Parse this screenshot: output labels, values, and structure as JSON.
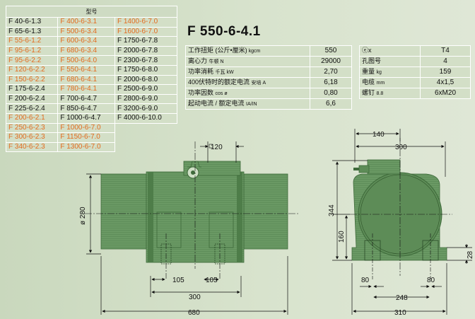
{
  "models": {
    "header": "型号",
    "rows": [
      [
        {
          "t": "F 40-6-1.3",
          "o": false
        },
        {
          "t": "F 400-6-3.1",
          "o": true
        },
        {
          "t": "F 1400-6-7.0",
          "o": true
        }
      ],
      [
        {
          "t": "F 65-6-1.3",
          "o": false
        },
        {
          "t": "F 500-6-3.4",
          "o": true
        },
        {
          "t": "F 1600-6-7.0",
          "o": true
        }
      ],
      [
        {
          "t": "F 55-6-1.2",
          "o": true
        },
        {
          "t": "F 600-6-3.4",
          "o": true
        },
        {
          "t": "F 1750-6-7.8",
          "o": false
        }
      ],
      [
        {
          "t": "F 95-6-1.2",
          "o": true
        },
        {
          "t": "F 680-6-3.4",
          "o": true
        },
        {
          "t": "F 2000-6-7.8",
          "o": false
        }
      ],
      [
        {
          "t": "F 95-6-2.2",
          "o": true
        },
        {
          "t": "F 500-6-4.0",
          "o": true
        },
        {
          "t": "F 2300-6-7.8",
          "o": false
        }
      ],
      [
        {
          "t": "F 120-6-2.2",
          "o": true
        },
        {
          "t": "F 550-6-4.1",
          "o": true
        },
        {
          "t": "F 1750-6-8.0",
          "o": false
        }
      ],
      [
        {
          "t": "F 150-6-2.2",
          "o": true
        },
        {
          "t": "F 680-6-4.1",
          "o": true
        },
        {
          "t": "F 2000-6-8.0",
          "o": false
        }
      ],
      [
        {
          "t": "F 175-6-2.4",
          "o": false
        },
        {
          "t": "F 780-6-4.1",
          "o": true
        },
        {
          "t": "F 2500-6-9.0",
          "o": false
        }
      ],
      [
        {
          "t": "F 200-6-2.4",
          "o": false
        },
        {
          "t": "F 700-6-4.7",
          "o": false
        },
        {
          "t": "F 2800-6-9.0",
          "o": false
        }
      ],
      [
        {
          "t": "F 225-6-2.4",
          "o": false
        },
        {
          "t": "F 850-6-4.7",
          "o": false
        },
        {
          "t": "F 3200-6-9.0",
          "o": false
        }
      ],
      [
        {
          "t": "F 200-6-2.1",
          "o": true
        },
        {
          "t": "F 1000-6-4.7",
          "o": false
        },
        {
          "t": "F 4000-6-10.0",
          "o": false
        }
      ],
      [
        {
          "t": "F 250-6-2.3",
          "o": true
        },
        {
          "t": "F 1000-6-7.0",
          "o": true
        },
        null
      ],
      [
        {
          "t": "F 300-6-2.3",
          "o": true
        },
        {
          "t": "F 1150-6-7.0",
          "o": true
        },
        null
      ],
      [
        {
          "t": "F 340-6-2.3",
          "o": true
        },
        {
          "t": "F 1300-6-7.0",
          "o": true
        },
        null
      ]
    ]
  },
  "title": "F 550-6-4.1",
  "specs": [
    {
      "label": "工作扭矩 (公斤•厘米)",
      "unit": " kgcm",
      "value": "550"
    },
    {
      "label": "离心力 ",
      "unit": "牛顿 N",
      "value": "29000"
    },
    {
      "label": "功率消耗 ",
      "unit": "千瓦 kW",
      "value": "2,70"
    },
    {
      "label": "400伏特时的额定电流 ",
      "unit": "安培 A",
      "value": "6,18"
    },
    {
      "label": "功率因数 ",
      "unit": "cos ø",
      "value": "0,80"
    },
    {
      "label": "起动电流 / 额定电流 ",
      "unit": "IA/IN",
      "value": "6,6"
    }
  ],
  "specs2": [
    {
      "label": "ⓔx",
      "unit": "",
      "value": "T4"
    },
    {
      "label": "孔图号",
      "unit": "",
      "value": "4"
    },
    {
      "label": "重量 ",
      "unit": "kg",
      "value": "159"
    },
    {
      "label": "电缆 ",
      "unit": "mm",
      "value": "4x1,5"
    },
    {
      "label": "螺钉 ",
      "unit": "8.8",
      "value": "6xM20"
    }
  ],
  "dims": {
    "d120": "120",
    "d280": "ø 280",
    "d105a": "105",
    "d105b": "105",
    "d300": "300",
    "d680": "680",
    "d140": "140",
    "d300r": "300",
    "d344": "344",
    "d160": "160",
    "d28": "28",
    "d80a": "80",
    "d80b": "80",
    "d248": "248",
    "d310": "310"
  },
  "colors": {
    "orange": "#e36b1e",
    "motor": "#5b8a55",
    "motor_dark": "#44703f",
    "hatch": "#9fc39a"
  }
}
